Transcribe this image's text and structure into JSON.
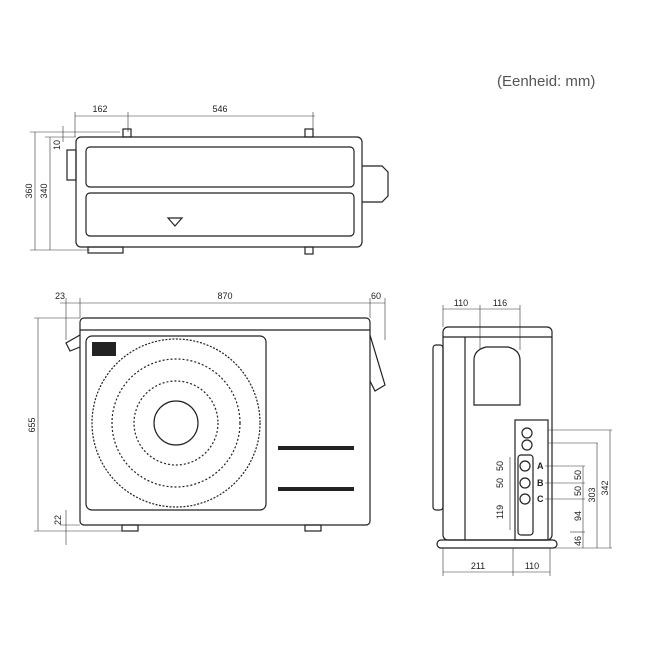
{
  "unit_label": "(Eenheid: mm)",
  "top_view": {
    "dims": {
      "left_offset": "162",
      "foot_spacing": "546",
      "top_gap": "10",
      "total_depth": "360",
      "body_depth": "340"
    }
  },
  "front_view": {
    "dims": {
      "left_overhang": "23",
      "width": "870",
      "right_overhang": "60",
      "height": "655",
      "foot_height": "22"
    }
  },
  "side_view": {
    "dims": {
      "top_left": "110",
      "top_grille": "116",
      "bottom_left": "211",
      "bottom_right": "110",
      "port_spacing_1": "50",
      "port_spacing_2": "50",
      "port_bottom": "119",
      "right_spacing_1": "50",
      "right_spacing_2": "50",
      "right_lower": "94",
      "right_base": "46",
      "right_303": "303",
      "right_342": "342"
    },
    "ports": [
      "A",
      "B",
      "C"
    ]
  }
}
